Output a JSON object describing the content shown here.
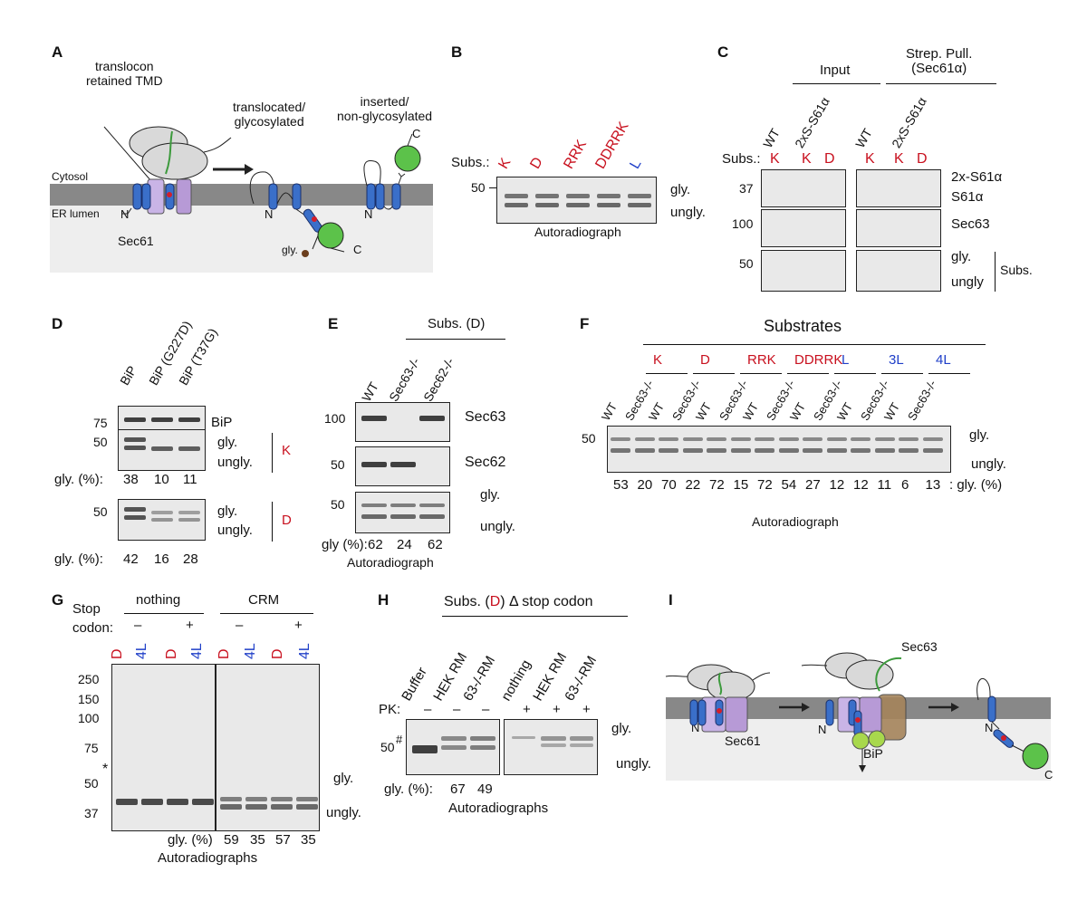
{
  "colors": {
    "red": "#c8101e",
    "blue": "#1f3fc8",
    "membrane": "#888888",
    "lumen": "#eeeeee",
    "tmd": "#3a6fc9",
    "sec61": "#b79ad6",
    "ribosome": "#d9d9d9",
    "green": "#5cc24a",
    "sec63": "#a5845b",
    "bip": "#a8d84c"
  },
  "icons": [
    "ribosome-icon",
    "sec61-channel-icon",
    "tmd-helix-icon",
    "glycan-icon",
    "folded-domain-icon",
    "arrow-icon"
  ],
  "panelA": {
    "label": "A",
    "translocon": "translocon\nretained TMD",
    "translocated": "translocated/\nglycosylated",
    "inserted": "inserted/\nnon-glycosylated",
    "cytosol": "Cytosol",
    "lumen": "ER lumen",
    "sec61": "Sec61",
    "n": "N",
    "c": "C",
    "gly": "gly."
  },
  "panelB": {
    "label": "B",
    "subs": "Subs.:",
    "lanes": [
      "K",
      "D",
      "RRK",
      "DDRRK",
      "L"
    ],
    "lane_colors": [
      "red",
      "red",
      "red",
      "red",
      "blue"
    ],
    "mw": "50",
    "gly": "gly.",
    "ungly": "ungly.",
    "caption": "Autoradiograph"
  },
  "panelC": {
    "label": "C",
    "input": "Input",
    "pull": "Strep. Pull.\n(Sec61α)",
    "lanes_top": [
      "WT",
      "2xS-S61α",
      "WT",
      "2xS-S61α"
    ],
    "subs": "Subs.:",
    "subs_lanes": [
      "K",
      "K",
      "D",
      "K",
      "K",
      "D"
    ],
    "mw": [
      "37",
      "100",
      "50"
    ],
    "right": [
      "2x-S61α",
      "S61α",
      "Sec63",
      "gly.",
      "ungly",
      "Subs."
    ]
  },
  "panelD": {
    "label": "D",
    "lanes": [
      "BiP",
      "BiP (G227D)",
      "BiP (T37G)"
    ],
    "mw": [
      "75",
      "50",
      "50"
    ],
    "bip": "BiP",
    "gly": "gly.",
    "ungly": "ungly.",
    "k": "K",
    "d": "D",
    "gly_pct_label": "gly. (%):",
    "gly_pct_k": [
      "38",
      "10",
      "11"
    ],
    "gly_pct_d": [
      "42",
      "16",
      "28"
    ]
  },
  "panelE": {
    "label": "E",
    "subs": "Subs. (D)",
    "lanes": [
      "WT",
      "Sec63-/-",
      "Sec62-/-"
    ],
    "mw": [
      "100",
      "50",
      "50"
    ],
    "right": [
      "Sec63",
      "Sec62",
      "gly.",
      "ungly."
    ],
    "gly_pct_label": "gly (%):",
    "gly_pct": [
      "62",
      "24",
      "62"
    ],
    "caption": "Autoradiograph"
  },
  "panelF": {
    "label": "F",
    "title": "Substrates",
    "groups": [
      {
        "name": "K",
        "color": "red"
      },
      {
        "name": "D",
        "color": "red"
      },
      {
        "name": "RRK",
        "color": "red"
      },
      {
        "name": "DDRRK",
        "color": "red"
      },
      {
        "name": "L",
        "color": "blue"
      },
      {
        "name": "3L",
        "color": "blue"
      },
      {
        "name": "4L",
        "color": "blue"
      }
    ],
    "lanes": [
      "WT",
      "Sec63-/-",
      "WT",
      "Sec63-/-",
      "WT",
      "Sec63-/-",
      "WT",
      "Sec63-/-",
      "WT",
      "Sec63-/-",
      "WT",
      "Sec63-/-",
      "WT",
      "Sec63-/-"
    ],
    "mw": "50",
    "gly": "gly.",
    "ungly": "ungly.",
    "gly_pct": [
      "53",
      "20",
      "70",
      "22",
      "72",
      "15",
      "72",
      "54",
      "27",
      "12",
      "12",
      "11",
      "6",
      "13"
    ],
    "gly_pct_label": ": gly. (%)",
    "caption": "Autoradiograph"
  },
  "panelG": {
    "label": "G",
    "stop": "Stop\ncodon:",
    "nothing": "nothing",
    "crm": "CRM",
    "minus": "–",
    "plus": "+",
    "lanes": [
      "D",
      "4L",
      "D",
      "4L",
      "D",
      "4L",
      "D",
      "4L"
    ],
    "lane_colors": [
      "red",
      "blue",
      "red",
      "blue",
      "red",
      "blue",
      "red",
      "blue"
    ],
    "mw": [
      "250",
      "150",
      "100",
      "75",
      "50",
      "37"
    ],
    "star": "*",
    "gly": "gly.",
    "ungly": "ungly.",
    "gly_pct_label": "gly. (%)",
    "gly_pct": [
      "59",
      "35",
      "57",
      "35"
    ],
    "caption": "Autoradiographs"
  },
  "panelH": {
    "label": "H",
    "title_prefix": "Subs. (",
    "title_d": "D",
    "title_suffix": ") Δ stop codon",
    "lanes": [
      "Buffer",
      "HEK RM",
      "63-/-RM",
      "nothing",
      "HEK RM",
      "63-/-RM"
    ],
    "pk": "PK:",
    "pk_signs": [
      "–",
      "–",
      "–",
      "+",
      "+",
      "+"
    ],
    "mw": "50",
    "hash": "#",
    "gly": "gly.",
    "ungly": "ungly.",
    "gly_pct_label": "gly. (%):",
    "gly_pct": [
      "67",
      "49"
    ],
    "caption": "Autoradiographs"
  },
  "panelI": {
    "label": "I",
    "sec61": "Sec61",
    "sec63": "Sec63",
    "bip": "BiP",
    "n": "N",
    "c": "C"
  }
}
